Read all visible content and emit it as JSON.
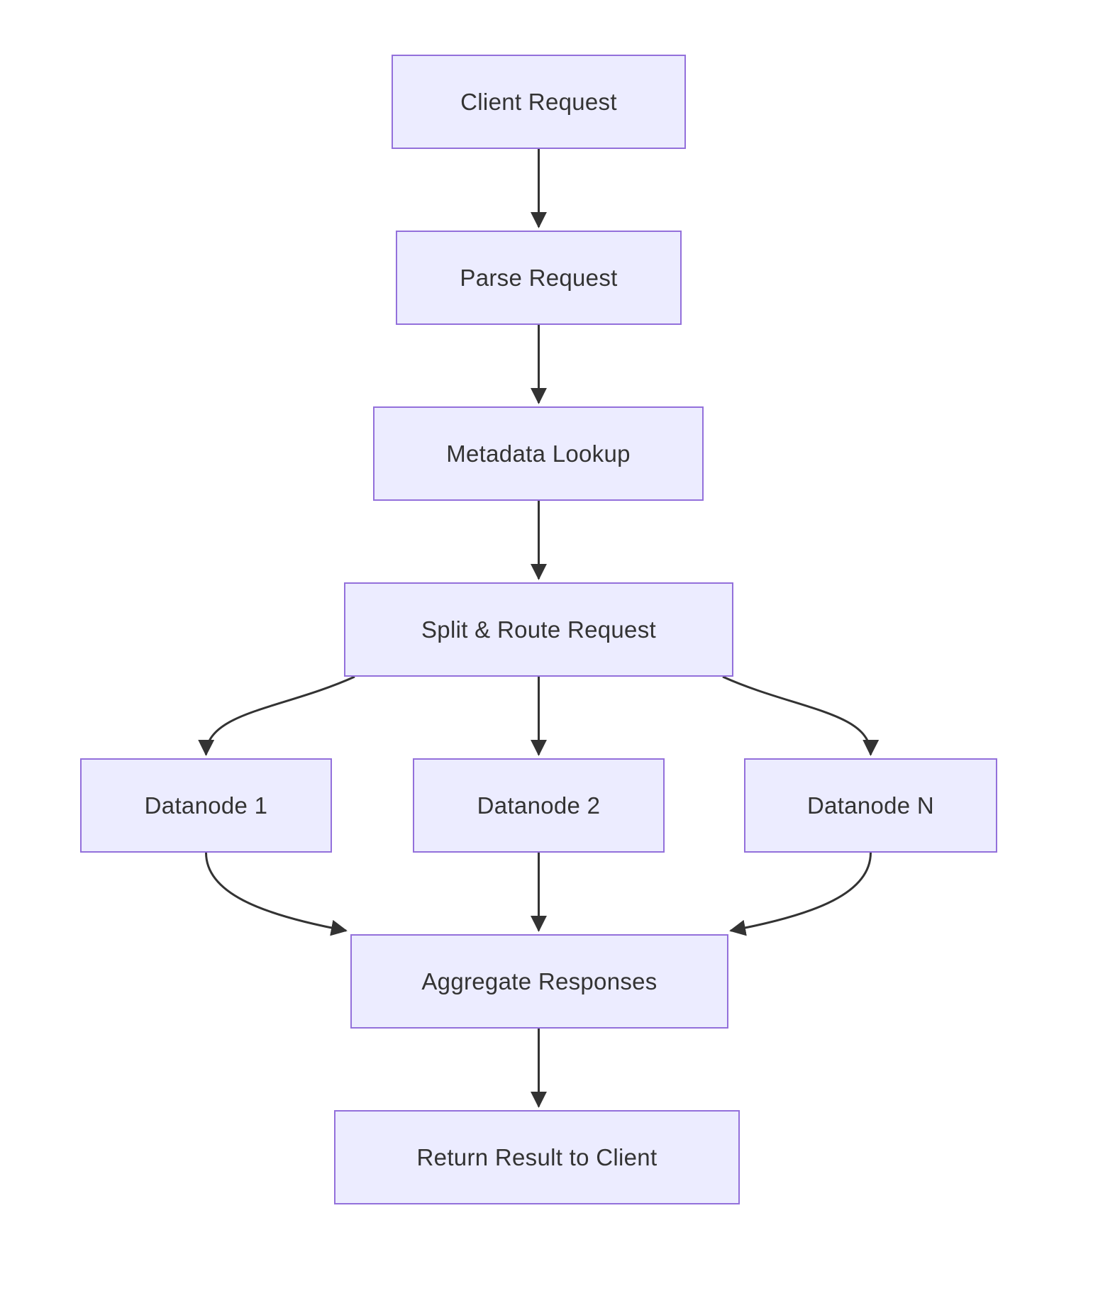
{
  "diagram": {
    "type": "flowchart",
    "direction": "top-down",
    "background": "#FFFFFF",
    "colors": {
      "node_fill": "#ECECFF",
      "node_border": "#9370DB",
      "edge": "#333333",
      "text": "#333333"
    },
    "nodes": [
      {
        "id": "client-request",
        "label": "Client Request"
      },
      {
        "id": "parse-request",
        "label": "Parse Request"
      },
      {
        "id": "metadata-lookup",
        "label": "Metadata Lookup"
      },
      {
        "id": "split-route-request",
        "label": "Split & Route Request"
      },
      {
        "id": "datanode-1",
        "label": "Datanode 1"
      },
      {
        "id": "datanode-2",
        "label": "Datanode 2"
      },
      {
        "id": "datanode-n",
        "label": "Datanode N"
      },
      {
        "id": "aggregate-responses",
        "label": "Aggregate Responses"
      },
      {
        "id": "return-result",
        "label": "Return Result to Client"
      }
    ],
    "edges": [
      {
        "from": "client-request",
        "to": "parse-request"
      },
      {
        "from": "parse-request",
        "to": "metadata-lookup"
      },
      {
        "from": "metadata-lookup",
        "to": "split-route-request"
      },
      {
        "from": "split-route-request",
        "to": "datanode-1"
      },
      {
        "from": "split-route-request",
        "to": "datanode-2"
      },
      {
        "from": "split-route-request",
        "to": "datanode-n"
      },
      {
        "from": "datanode-1",
        "to": "aggregate-responses"
      },
      {
        "from": "datanode-2",
        "to": "aggregate-responses"
      },
      {
        "from": "datanode-n",
        "to": "aggregate-responses"
      },
      {
        "from": "aggregate-responses",
        "to": "return-result"
      }
    ]
  }
}
